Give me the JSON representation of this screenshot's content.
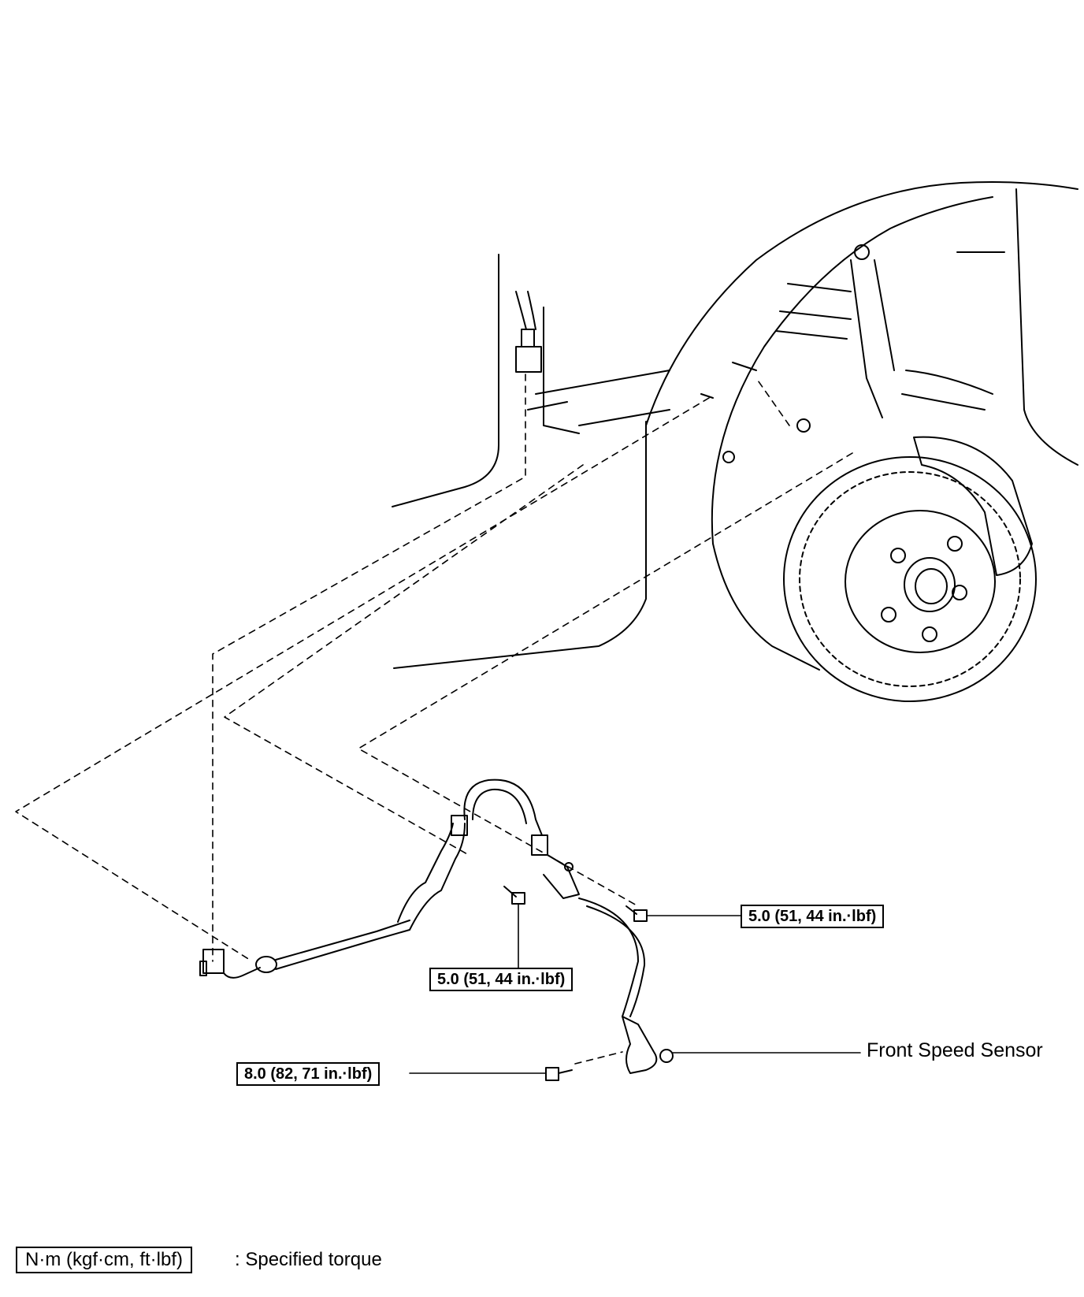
{
  "callouts": {
    "torque_upper_right": "5.0 (51, 44 in.·lbf)",
    "torque_center": "5.0 (51, 44 in.·lbf)",
    "torque_lower_left": "8.0 (82, 71 in.·lbf)",
    "front_speed_sensor": "Front Speed Sensor"
  },
  "legend": {
    "unit_box": "N·m (kgf·cm, ft·lbf)",
    "description": ": Specified torque"
  }
}
